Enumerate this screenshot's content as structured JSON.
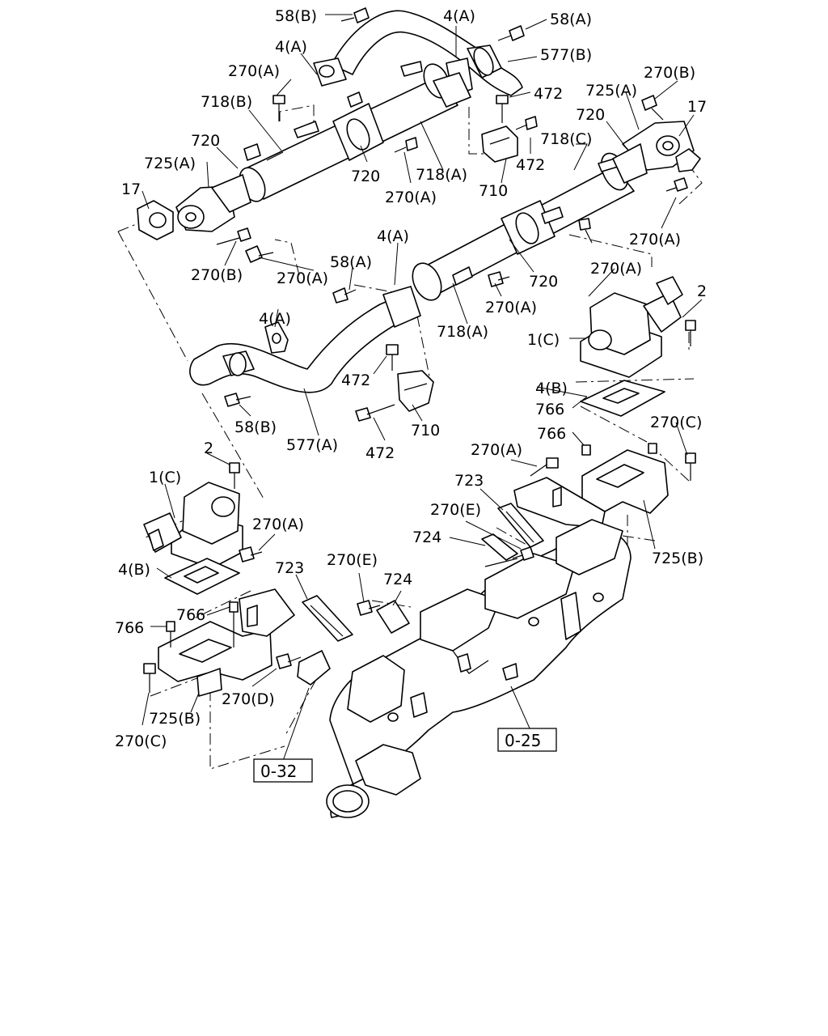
{
  "callouts": {
    "c58b_top": "58(B)",
    "c4a_top": "4(A)",
    "c58a_top": "58(A)",
    "c577b": "577(B)",
    "c4a_left": "4(A)",
    "c270a_1": "270(A)",
    "c472_1": "472",
    "c270b_r": "270(B)",
    "c725a_r": "725(A)",
    "c718b": "718(B)",
    "c720_1": "720",
    "c17_r": "17",
    "c720_l": "720",
    "c718c": "718(C)",
    "c472_2": "472",
    "c725a_l": "725(A)",
    "c720_m": "720",
    "c718a_1": "718(A)",
    "c710_1": "710",
    "c17_l": "17",
    "c270a_2": "270(A)",
    "c270a_r": "270(A)",
    "c4a_mid": "4(A)",
    "c270b_l": "270(B)",
    "c270a_3": "270(A)",
    "c58a_mid": "58(A)",
    "c720_2": "720",
    "c270a_4": "270(A)",
    "c2_r": "2",
    "c4a_low": "4(A)",
    "c270a_5": "270(A)",
    "c718a_2": "718(A)",
    "c1c_r": "1(C)",
    "c472_3": "472",
    "c4b_r": "4(B)",
    "c766_r1": "766",
    "c58b_low": "58(B)",
    "c710_2": "710",
    "c270c_r": "270(C)",
    "c766_r2": "766",
    "c577a": "577(A)",
    "c472_4": "472",
    "c2_l": "2",
    "c270a_6": "270(A)",
    "c1c_l": "1(C)",
    "c723_r": "723",
    "c270e_r": "270(E)",
    "c270a_7": "270(A)",
    "c724_r": "724",
    "c725b_r": "725(B)",
    "c4b_l": "4(B)",
    "c723_l": "723",
    "c270e_l": "270(E)",
    "c724_l": "724",
    "c766_l1": "766",
    "c766_l2": "766",
    "c270d": "270(D)",
    "c725b_l": "725(B)",
    "c270c_l": "270(C)"
  },
  "references": {
    "ref_o25": "0-25",
    "ref_o32": "0-32"
  }
}
